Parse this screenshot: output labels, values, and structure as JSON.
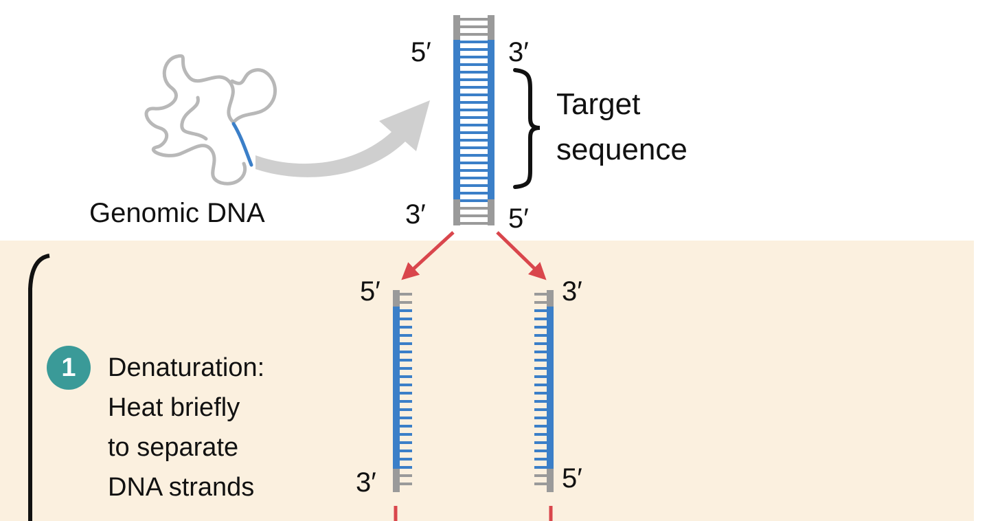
{
  "colors": {
    "strand_target": "#3b7fc8",
    "strand_flank": "#9a9a9a",
    "arrow_split": "#d9464c",
    "arrow_big": "#cfcfcf",
    "panel_bg": "#fbf0df",
    "badge": "#3a9a98",
    "genomic_coil": "#b8b8b8"
  },
  "genomic": {
    "label": "Genomic DNA",
    "icon": "coiled-dna-icon"
  },
  "duplex": {
    "top_left": "5′",
    "top_right": "3′",
    "bottom_left": "3′",
    "bottom_right": "5′"
  },
  "target": {
    "line1": "Target",
    "line2": "sequence"
  },
  "left_strand": {
    "top": "5′",
    "bottom": "3′"
  },
  "right_strand": {
    "top": "3′",
    "bottom": "5′"
  },
  "step": {
    "number": "1",
    "lines": [
      "Denaturation:",
      "Heat briefly",
      "to separate",
      "DNA strands"
    ]
  }
}
